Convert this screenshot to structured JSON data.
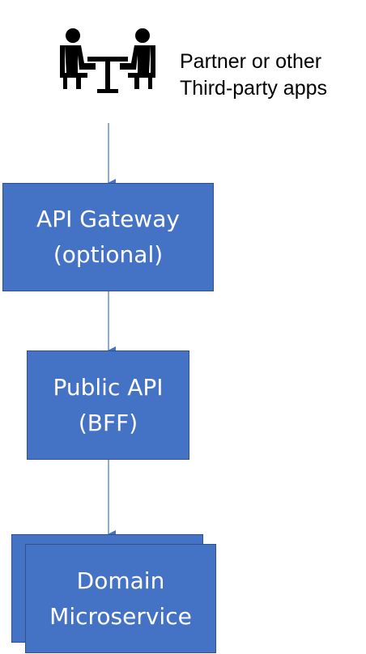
{
  "client": {
    "icon": "meeting-people-icon",
    "label_line1": "Partner or other",
    "label_line2": "Third-party apps"
  },
  "gateway": {
    "line1": "API Gateway",
    "line2": "(optional)"
  },
  "public_api": {
    "line1": "Public API",
    "line2": "(BFF)"
  },
  "domain": {
    "line1": "Domain",
    "line2": "Microservice"
  },
  "colors": {
    "box_fill": "#4472c4",
    "box_border": "#2f528f",
    "arrow": "#4472c4",
    "icon": "#000000"
  }
}
